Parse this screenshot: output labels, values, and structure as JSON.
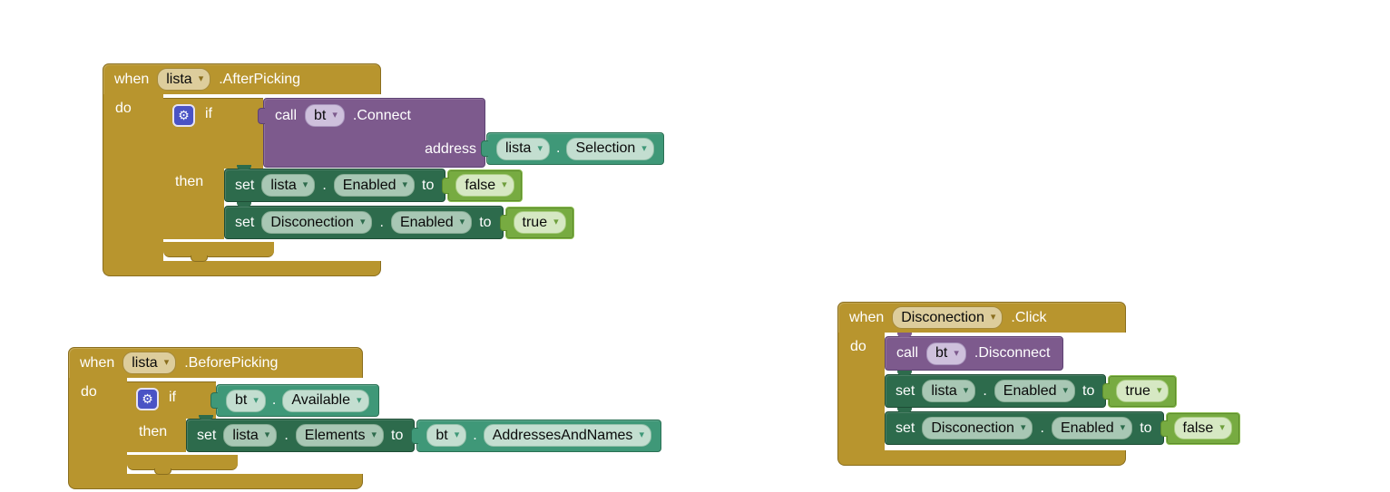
{
  "icons": {
    "dropdown_arrow": "▾",
    "gear": "⚙"
  },
  "colors": {
    "event_gold": "#b8952e",
    "method_purple": "#7d5a8d",
    "setter_dark_green": "#2d6b4c",
    "getter_green": "#3f9878",
    "logic_green": "#77ab41"
  },
  "labels": {
    "when": "when",
    "do": "do",
    "if": "if",
    "then": "then",
    "set": "set",
    "to": "to",
    "call": "call",
    "dot": "."
  },
  "after_picking": {
    "component": "lista",
    "event": ".AfterPicking",
    "call": {
      "component": "bt",
      "method": ".Connect",
      "param": "address",
      "arg": {
        "component": "lista",
        "property": "Selection"
      }
    },
    "set1": {
      "component": "lista",
      "property": "Enabled",
      "value": "false"
    },
    "set2": {
      "component": "Disconection",
      "property": "Enabled",
      "value": "true"
    }
  },
  "before_picking": {
    "component": "lista",
    "event": ".BeforePicking",
    "condition": {
      "component": "bt",
      "property": "Available"
    },
    "set1": {
      "component": "lista",
      "property": "Elements",
      "value": {
        "component": "bt",
        "property": "AddressesAndNames"
      }
    }
  },
  "click": {
    "component": "Disconection",
    "event": ".Click",
    "call": {
      "component": "bt",
      "method": ".Disconnect"
    },
    "set1": {
      "component": "lista",
      "property": "Enabled",
      "value": "true"
    },
    "set2": {
      "component": "Disconection",
      "property": "Enabled",
      "value": "false"
    }
  }
}
